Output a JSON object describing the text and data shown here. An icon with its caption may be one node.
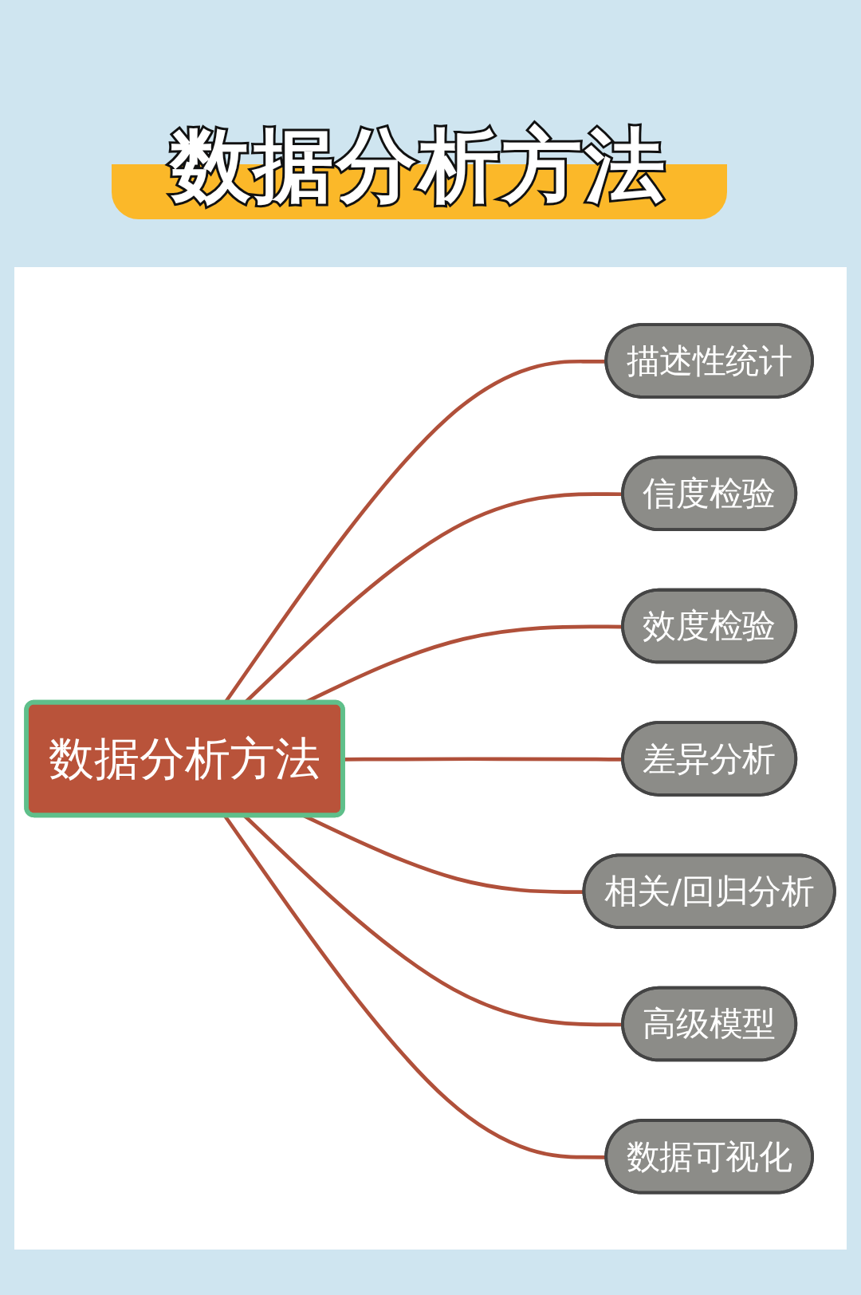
{
  "diagram": {
    "title": "数据分析方法",
    "nodes": [
      {
        "text": [
          "数据分析方法"
        ]
      },
      {
        "text": [
          "描述性统计"
        ]
      },
      {
        "text": [
          "信度检验"
        ]
      },
      {
        "text": [
          "效度检验"
        ]
      },
      {
        "text": [
          "差异分析"
        ]
      },
      {
        "text": [
          "相关/回归分析"
        ]
      },
      {
        "text": [
          "高级模型"
        ]
      },
      {
        "text": [
          "数据可视化"
        ]
      }
    ],
    "edges": [
      {
        "from": 0,
        "to": 1,
        "arrow": "none"
      },
      {
        "from": 0,
        "to": 2,
        "arrow": "none"
      },
      {
        "from": 0,
        "to": 3,
        "arrow": "none"
      },
      {
        "from": 0,
        "to": 4,
        "arrow": "none"
      },
      {
        "from": 0,
        "to": 5,
        "arrow": "none"
      },
      {
        "from": 0,
        "to": 6,
        "arrow": "none"
      },
      {
        "from": 0,
        "to": 7,
        "arrow": "none"
      }
    ]
  }
}
